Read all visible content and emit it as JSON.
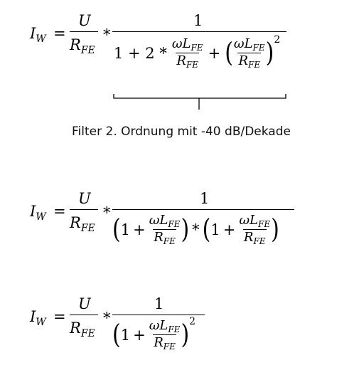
{
  "formula_1": {
    "lhs": "I",
    "lhs_sub": "W",
    "equals": "=",
    "u": "U",
    "r": "R",
    "r_sub": "FE",
    "times": "*",
    "num": "1",
    "den_1": "1 + 2 *",
    "omega_l": "ωL",
    "plus": "+",
    "open": "(",
    "close": ")",
    "power": "2"
  },
  "caption": "Filter 2. Ordnung mit -40 dB/Dekade",
  "formula_2": {
    "lhs": "I",
    "lhs_sub": "W",
    "equals": "=",
    "u": "U",
    "r": "R",
    "r_sub": "FE",
    "times": "*",
    "num": "1",
    "one": "1",
    "plus": "+",
    "omega_l": "ωL",
    "open": "(",
    "close": ")"
  },
  "formula_3": {
    "lhs": "I",
    "lhs_sub": "W",
    "equals": "=",
    "u": "U",
    "r": "R",
    "r_sub": "FE",
    "times": "*",
    "num": "1",
    "one": "1",
    "plus": "+",
    "omega_l": "ωL",
    "open": "(",
    "close": ")",
    "power": "2"
  }
}
